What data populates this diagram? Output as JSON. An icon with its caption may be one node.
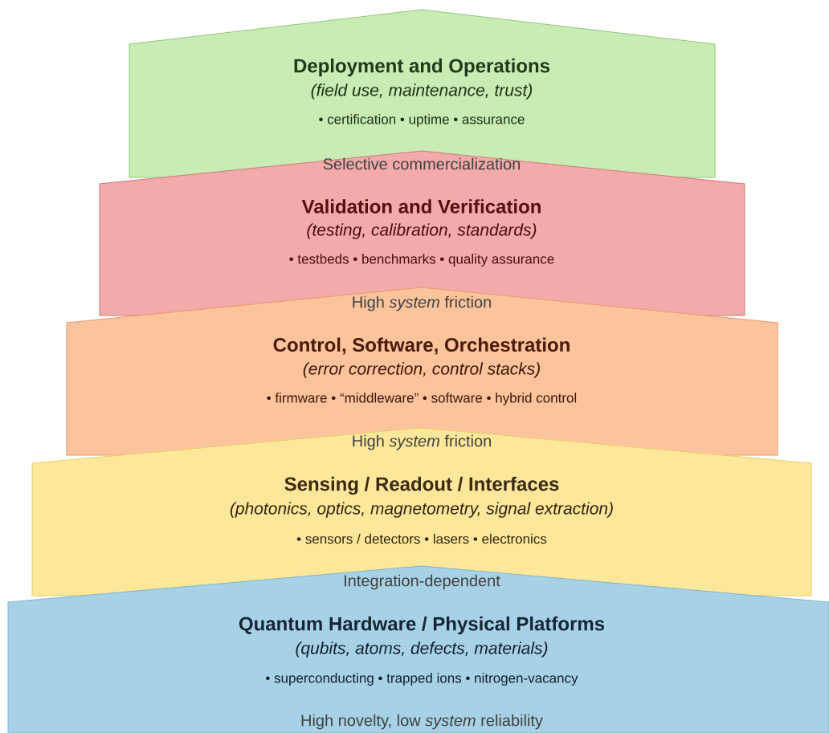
{
  "diagram": {
    "nodes": [
      {
        "text": [
          "Deployment and Operations",
          "(field use, maintenance, trust)",
          "• certification • uptime • assurance"
        ]
      },
      {
        "text": [
          "Validation and Verification",
          "(testing, calibration, standards)",
          "• testbeds • benchmarks • quality assurance"
        ]
      },
      {
        "text": [
          "Control, Software, Orchestration",
          "(error correction, control stacks)",
          "• firmware • “middleware” • software • hybrid control"
        ]
      },
      {
        "text": [
          "Sensing / Readout / Interfaces",
          "(photonics, optics, magnetometry, signal extraction)",
          "• sensors / detectors • lasers • electronics"
        ]
      },
      {
        "text": [
          "Quantum Hardware / Physical Platforms",
          "(qubits, atoms, defects, materials)",
          "• superconducting • trapped ions • nitrogen-vacancy",
          "High novelty, low *system* reliability"
        ]
      }
    ],
    "labels": [
      "Selective commercialization",
      "High *system* friction",
      "High *system* friction",
      "Integration-dependent"
    ]
  }
}
